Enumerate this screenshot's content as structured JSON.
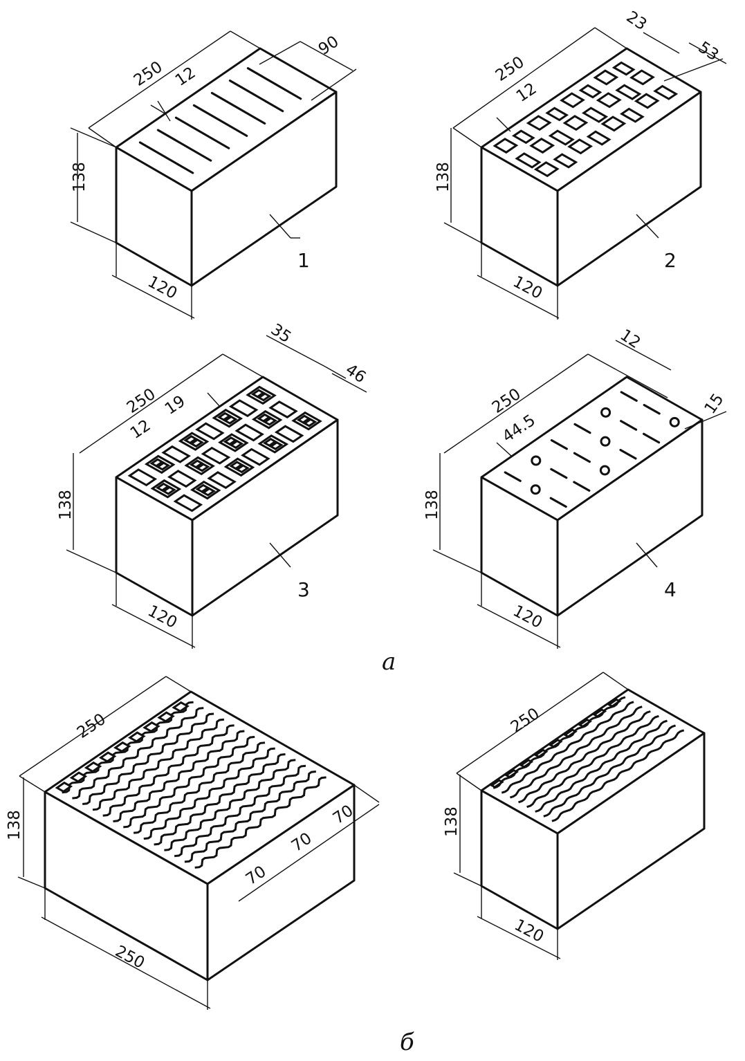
{
  "bricks": [
    {
      "id": "1",
      "label": "1",
      "pattern": "long-slots",
      "dims": {
        "length": "250",
        "height": "138",
        "width": "120",
        "slot_width": "12",
        "slot_length": "90"
      }
    },
    {
      "id": "2",
      "label": "2",
      "pattern": "rect-holes",
      "dims": {
        "length": "250",
        "height": "138",
        "width": "120",
        "edge": "12",
        "hole_a": "23",
        "hole_b": "53"
      }
    },
    {
      "id": "3",
      "label": "3",
      "pattern": "double-holes",
      "dims": {
        "length": "250",
        "height": "138",
        "width": "120",
        "edge": "12",
        "hole_a": "19",
        "hole_b": "35",
        "hole_c": "46"
      }
    },
    {
      "id": "4",
      "label": "4",
      "pattern": "oval-holes",
      "dims": {
        "length": "250",
        "height": "138",
        "width": "120",
        "spacing": "44.5",
        "edge_a": "12",
        "edge_b": "15"
      }
    },
    {
      "id": "5",
      "pattern": "wavy-large",
      "dims": {
        "length": "250",
        "height": "138",
        "width": "250",
        "w1": "70",
        "w2": "70",
        "w3": "70"
      }
    },
    {
      "id": "6",
      "pattern": "wavy-small",
      "dims": {
        "length": "250",
        "height": "138",
        "width": "120"
      }
    }
  ],
  "captions": {
    "group_a": "а",
    "group_b": "б"
  }
}
